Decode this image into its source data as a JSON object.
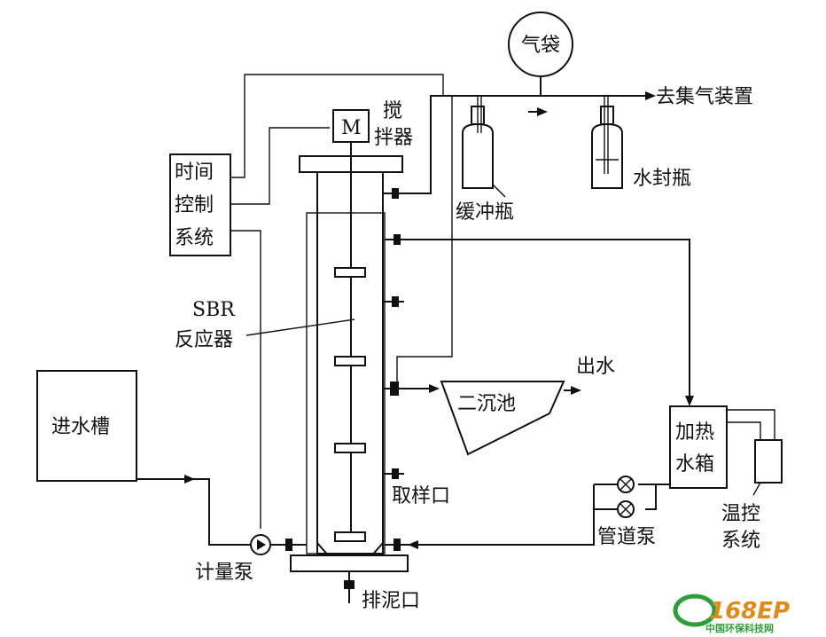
{
  "labels": {
    "gas_bag": "气袋",
    "to_gas_collector": "去集气装置",
    "stirrer_top": "搅",
    "stirrer_bottom": "拌器",
    "motor": "M",
    "water_seal_bottle": "水封瓶",
    "buffer_bottle": "缓冲瓶",
    "time_control_1": "时间",
    "time_control_2": "控制",
    "time_control_3": "系统",
    "sbr_1": "SBR",
    "sbr_2": "反应器",
    "inlet_tank": "进水槽",
    "secondary_clarifier": "二沉池",
    "effluent": "出水",
    "sampling_port": "取样口",
    "heating_tank_1": "加热",
    "heating_tank_2": "水箱",
    "temp_control_1": "温控",
    "temp_control_2": "系统",
    "pipeline_pump": "管道泵",
    "metering_pump": "计量泵",
    "sludge_outlet": "排泥口"
  },
  "watermark": {
    "logo": "168EP",
    "site": "中国环保科技网",
    "colors": {
      "green": "#2f9e3a",
      "orange": "#e08a1e"
    }
  }
}
